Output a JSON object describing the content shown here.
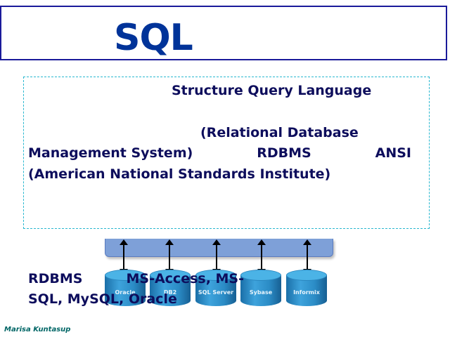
{
  "slide": {
    "title": "SQL",
    "content": {
      "line1": "Structure Query Language",
      "line2": "(Relational Database",
      "line3_parts": [
        "Management System)",
        "RDBMS",
        "ANSI"
      ],
      "line4": "(American National Standards Institute)"
    },
    "diagram": {
      "databases": [
        "Oracle",
        "DB2",
        "SQL Server",
        "Sybase",
        "Informix"
      ]
    },
    "examples": {
      "label": "RDBMS",
      "line1": "MS-Access, MS-",
      "line2": "SQL, MySQL, Oracle"
    },
    "author": "Marisa Kuntasup"
  },
  "colors": {
    "title": "#003399",
    "body_text": "#0d0d5c",
    "title_border": "#1a1a9a",
    "dashed_border": "#2ab8d0",
    "author": "#006666"
  }
}
